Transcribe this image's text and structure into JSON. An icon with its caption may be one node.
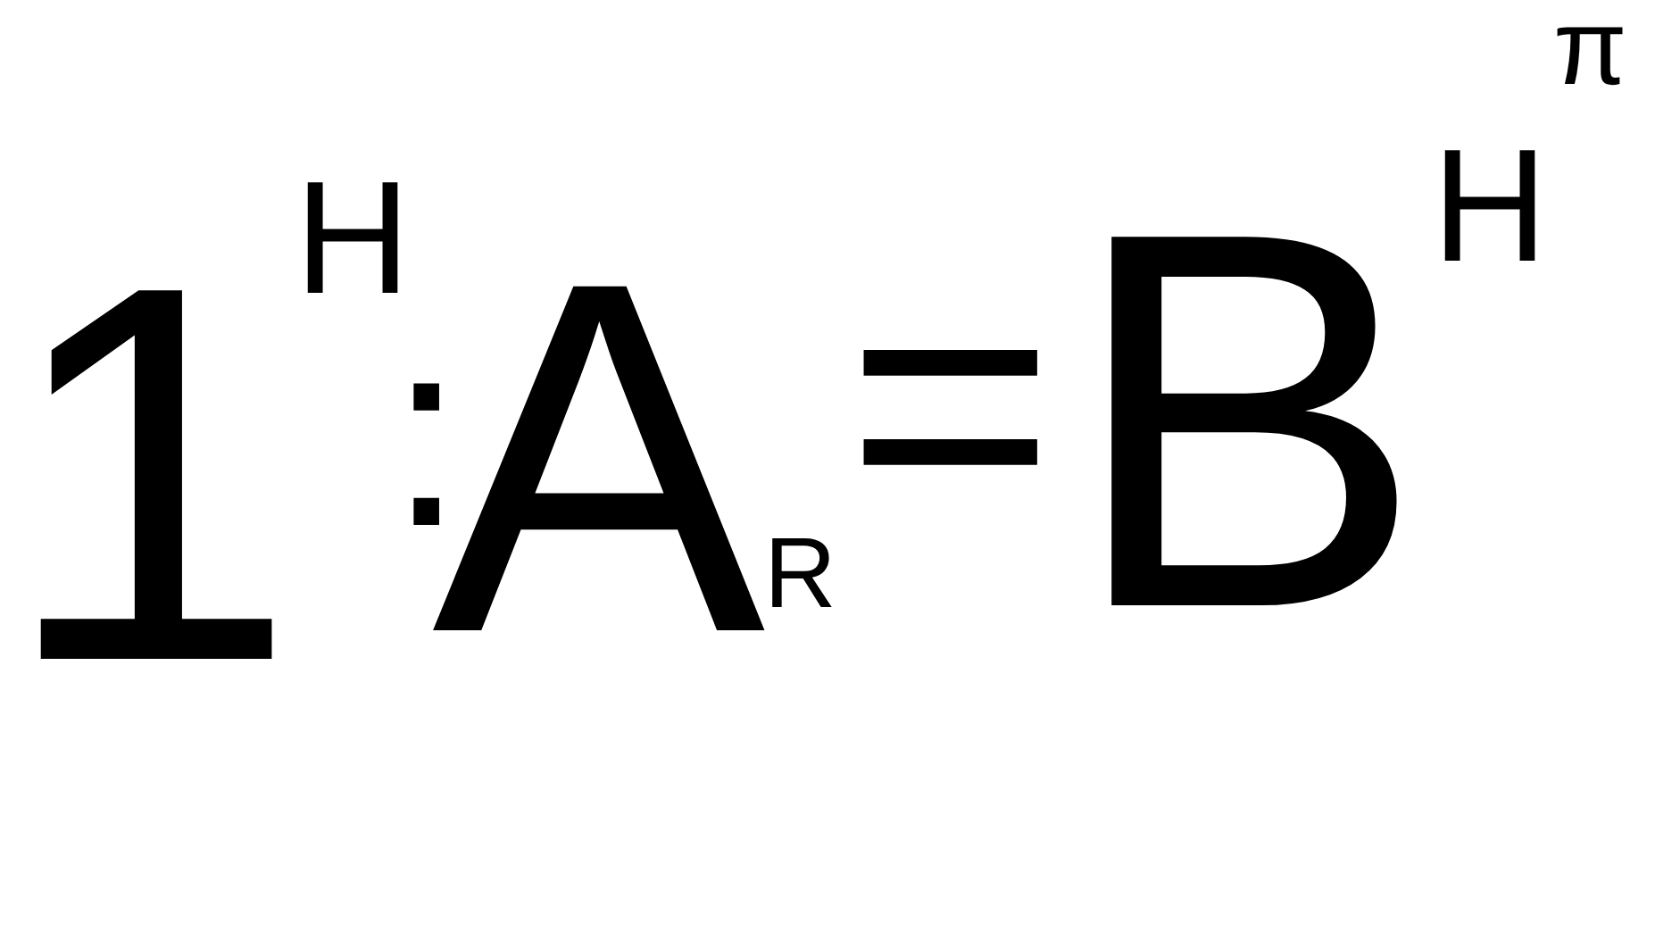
{
  "diagram": {
    "labels": [
      "1",
      "H",
      ":",
      "A",
      "R",
      "=",
      "B",
      "H",
      "π"
    ]
  }
}
